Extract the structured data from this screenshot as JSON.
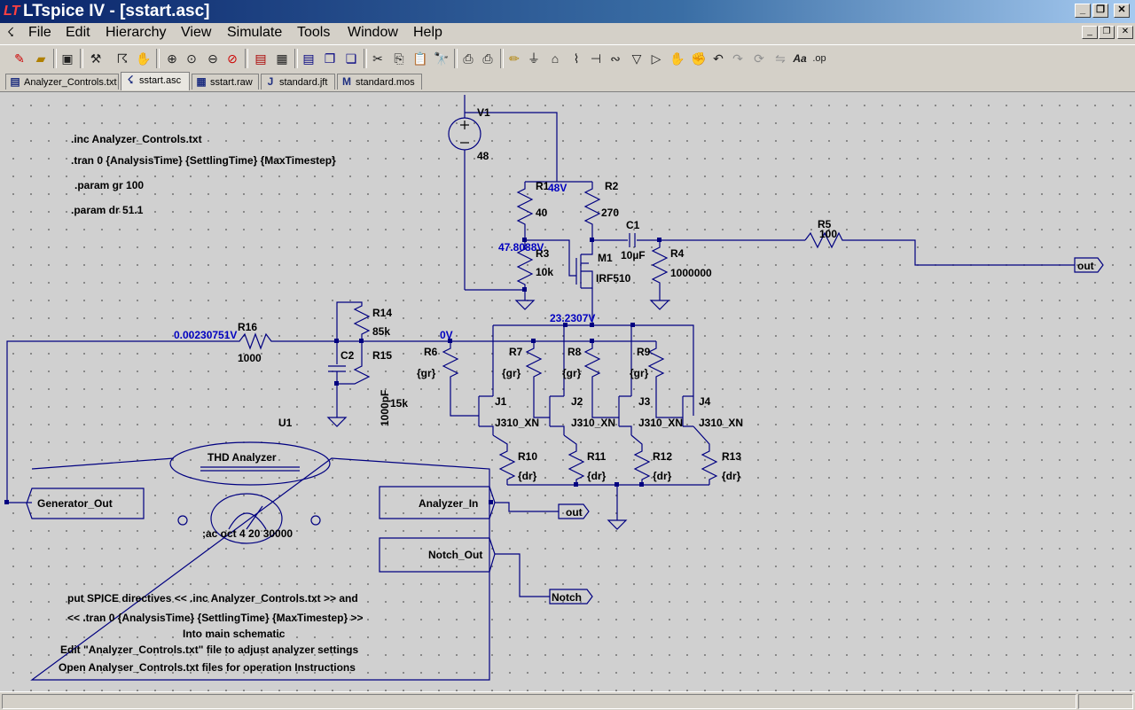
{
  "window": {
    "title": "LTspice IV - [sstart.asc]",
    "minimize_label": "_",
    "restore_label": "❐",
    "close_label": "✕"
  },
  "menu": [
    "File",
    "Edit",
    "Hierarchy",
    "View",
    "Simulate",
    "Tools",
    "Window",
    "Help"
  ],
  "toolbar_icons": [
    "new-schematic-icon",
    "open-icon",
    "save-icon",
    "control-panel-icon",
    "run-icon",
    "halt-icon",
    "zoom-in-icon",
    "zoom-pan-icon",
    "zoom-out-icon",
    "zoom-cancel-icon",
    "autorange-icon",
    "grid-icon",
    "tile-icon",
    "cascade-icon",
    "close-windows-icon",
    "cut-icon",
    "copy-icon",
    "paste-icon",
    "find-icon",
    "setup-print-icon",
    "print-icon",
    "draw-wire-icon",
    "ground-icon",
    "label-net-icon",
    "resistor-icon",
    "capacitor-icon",
    "inductor-icon",
    "diode-icon",
    "component-icon",
    "move-icon",
    "drag-icon",
    "undo-icon",
    "redo-icon",
    "rotate-icon",
    "mirror-icon",
    "text-icon",
    "spice-directive-icon"
  ],
  "tabs": [
    "Analyzer_Controls.txt",
    "sstart.asc",
    "sstart.raw",
    "standard.jft",
    "standard.mos"
  ],
  "active_tab": "sstart.asc",
  "schematic": {
    "directives": [
      ".inc Analyzer_Controls.txt",
      ".tran 0 {AnalysisTime} {SettlingTime} {MaxTimestep}",
      ".param gr 100",
      ".param dr 51.1"
    ],
    "components": {
      "V1": "V1",
      "V1_value": "48",
      "R1": "R1",
      "R1_value": "40",
      "R2": "R2",
      "R2_value": "270",
      "C1": "C1",
      "C1_value": "10µF",
      "R3": "R3",
      "R3_value": "10k",
      "M1": "M1",
      "M1_value": "IRF510",
      "R4": "R4",
      "R4_value": "1000000",
      "R5": "R5",
      "R5_value": "100",
      "R14": "R14",
      "R14_value": "85k",
      "R15": "R15",
      "R15_value": "15k",
      "C2": "C2",
      "C2_value": "1000pF",
      "R16": "R16",
      "R16_value": "1000",
      "R6": "R6",
      "R6_value": "{gr}",
      "R7": "R7",
      "R7_value": "{gr}",
      "R8": "R8",
      "R8_value": "{gr}",
      "R9": "R9",
      "R9_value": "{gr}",
      "J1": "J1",
      "J2": "J2",
      "J3": "J3",
      "J4": "J4",
      "J_value": "J310_XN",
      "R10": "R10",
      "R11": "R11",
      "R12": "R12",
      "R13": "R13",
      "Rd_value": "{dr}",
      "U1": "U1"
    },
    "voltages": {
      "top": "48V",
      "gate": "47.8088V",
      "drain": "23.2307V",
      "gen": "0.00230751V",
      "jgate": "0V"
    },
    "net_labels": {
      "out": "out",
      "notch": "Notch"
    },
    "analyzer": {
      "title": "THD Analyzer",
      "generator_port": "Generator_Out",
      "analyzer_port": "Analyzer_In",
      "notch_port": "Notch_Out",
      "ac_comment": ";ac oct 4 20 30000",
      "notes": [
        "put SPICE directives << .inc Analyzer_Controls.txt >> and",
        "<< .tran 0 {AnalysisTime} {SettlingTime} {MaxTimestep} >>",
        "Into main schematic",
        "Edit \"Analyzer_Controls.txt\" file to adjust analyzer settings",
        "Open Analyser_Controls.txt files for operation Instructions"
      ]
    }
  },
  "colors": {
    "wire": "#000080",
    "voltage_label": "#0000c0",
    "canvas": "#d0d0d0"
  }
}
